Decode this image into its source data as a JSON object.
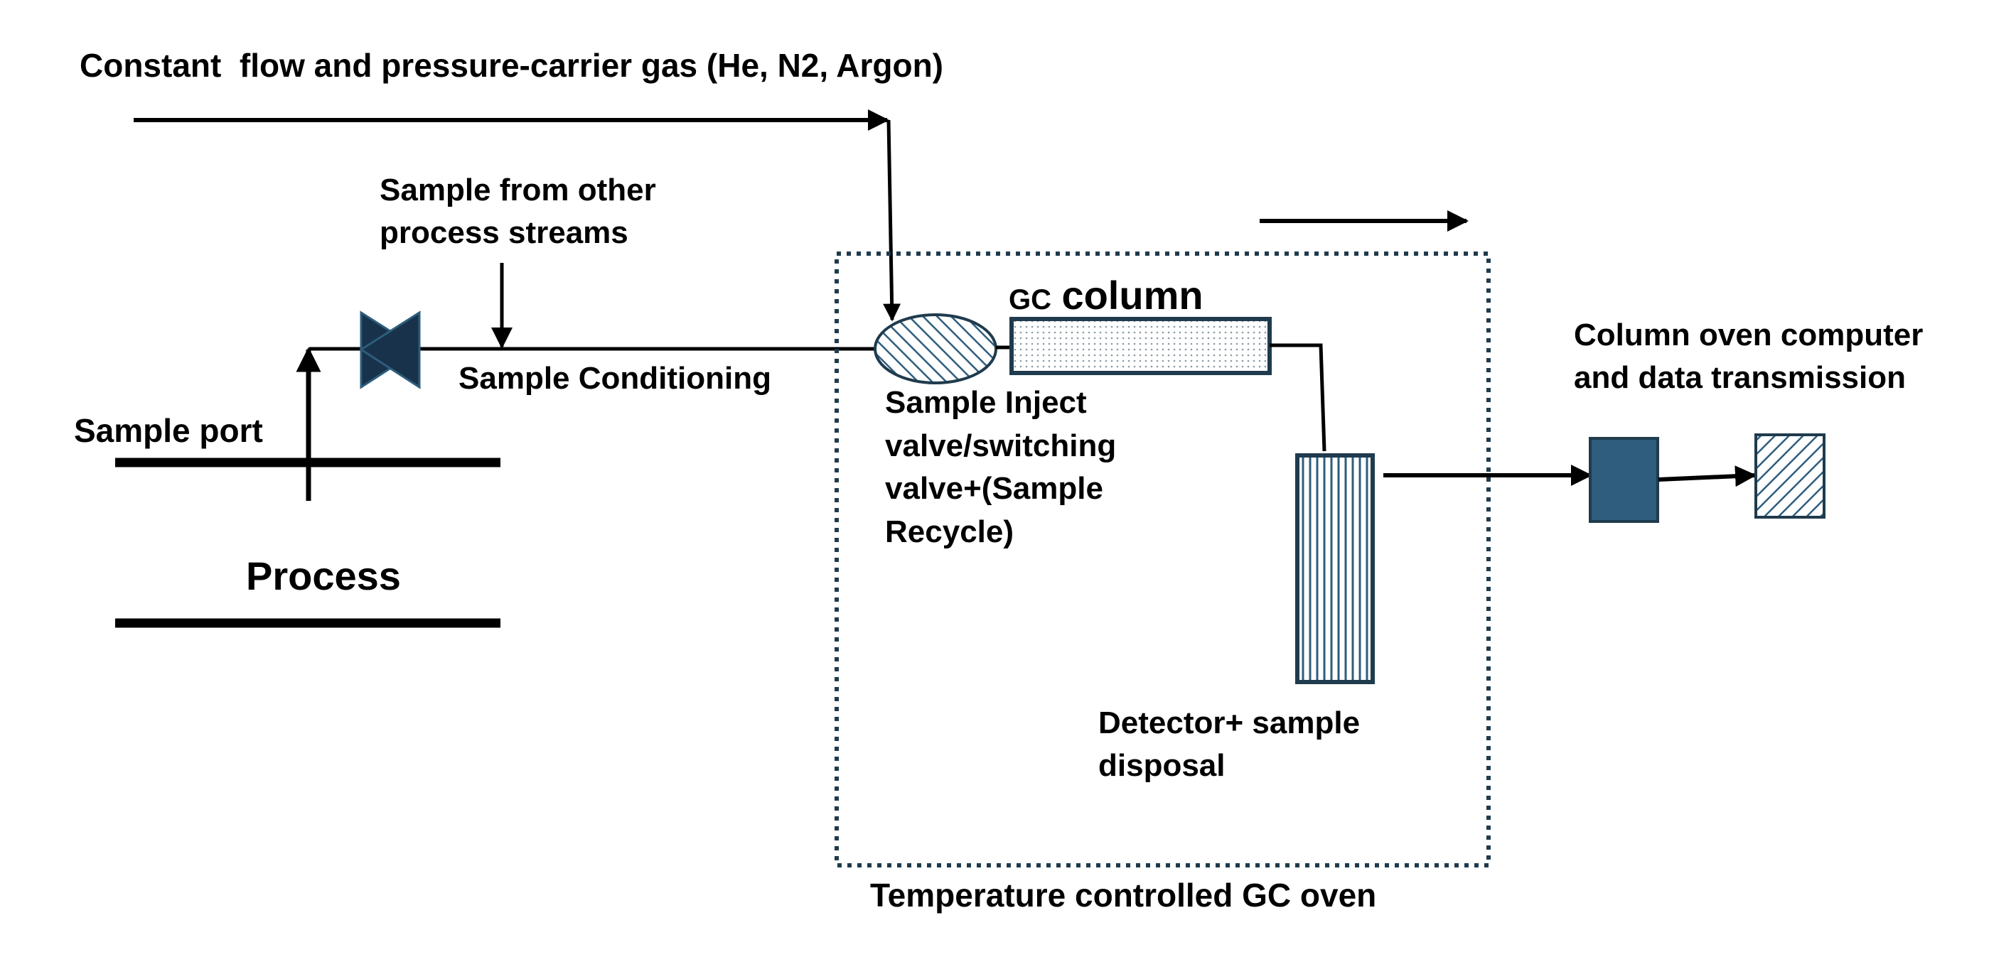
{
  "labels": {
    "carrier_gas": "Constant  flow and pressure-carrier gas (He, N2, Argon)",
    "sample_other_1": "Sample from other",
    "sample_other_2": "process streams",
    "sample_conditioning": "Sample Conditioning",
    "sample_port": "Sample port",
    "process": "Process",
    "gc_prefix": "GC",
    "gc_column": "column",
    "inject_1": "Sample Inject",
    "inject_2": "valve/switching",
    "inject_3": "valve+(Sample",
    "inject_4": "Recycle)",
    "detector_1": "Detector+ sample",
    "detector_2": "disposal",
    "oven": "Temperature controlled GC oven",
    "computer_1": "Column oven computer",
    "computer_2": "and data transmission"
  },
  "colors": {
    "line": "#000000",
    "component_fill": "#2e5d7d",
    "component_stroke": "#1f3b4d",
    "column_dots": "#8a9aa6"
  }
}
